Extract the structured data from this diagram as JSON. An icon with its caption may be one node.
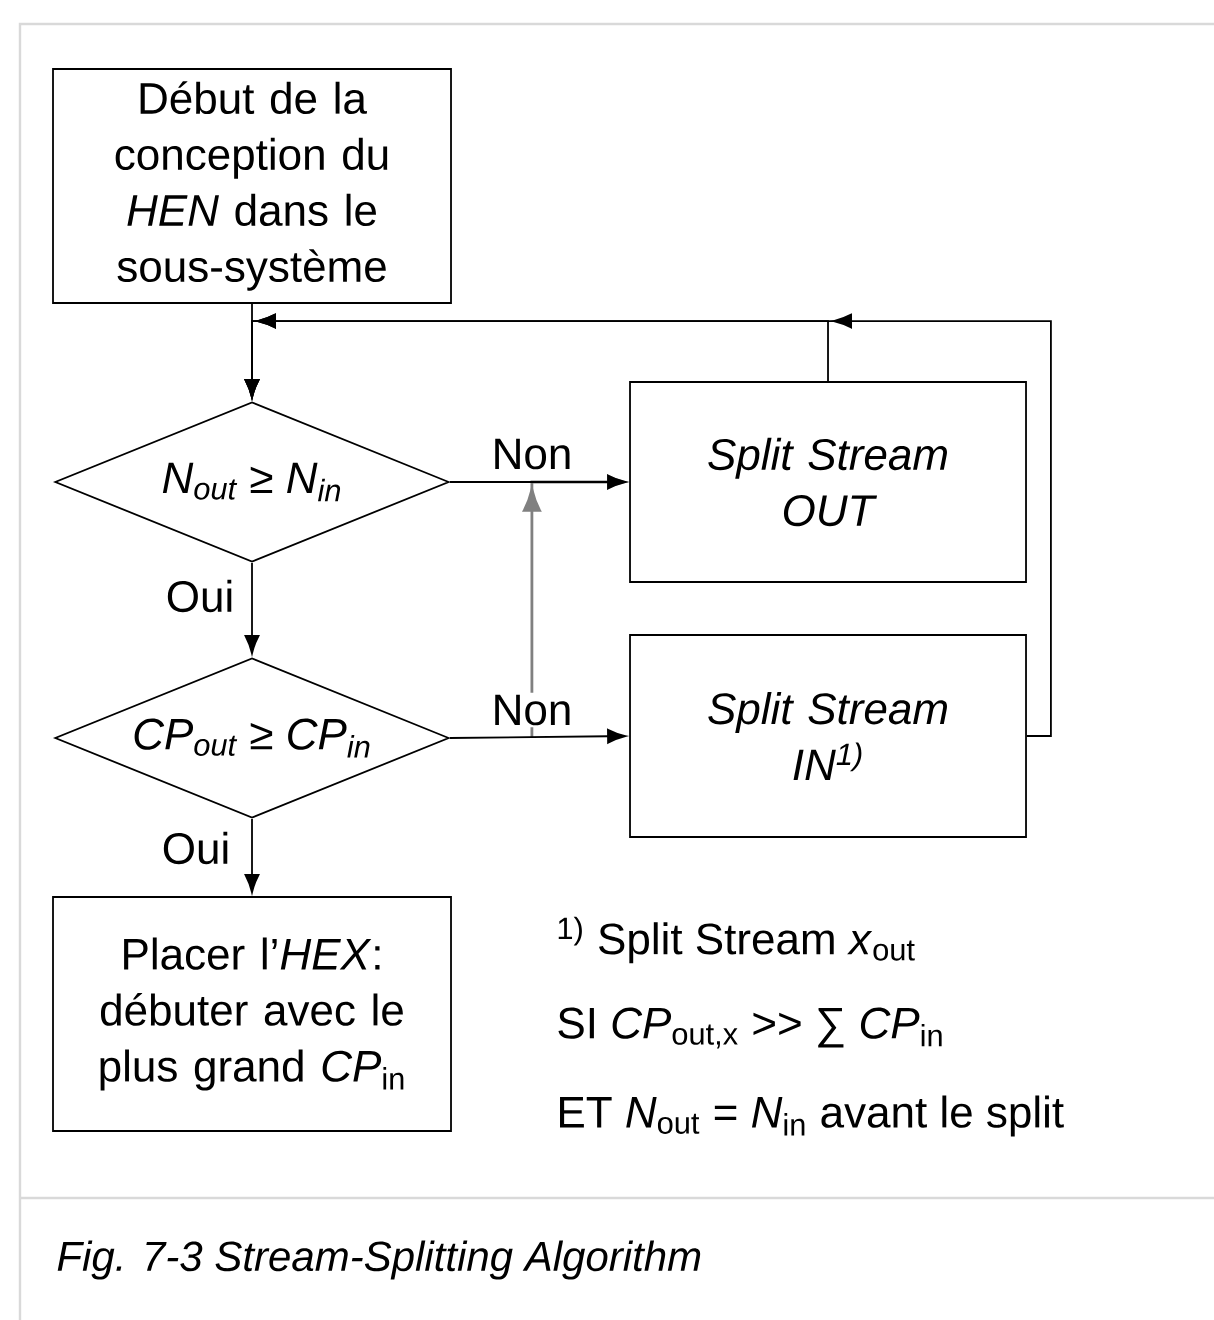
{
  "diagram": {
    "caption": "Fig. 7-3 Stream-Splitting Algorithm",
    "nodes": [
      {
        "text": [
          "Début de la conception du *HEN* dans le sous-système"
        ]
      },
      {
        "text": [
          "N$_{out}$ ≥ N$_{in}$"
        ]
      },
      {
        "text": [
          "CP$_{out}$ ≥ CP$_{in}$"
        ]
      },
      {
        "text": [
          "Split Stream OUT"
        ]
      },
      {
        "text": [
          "Split Stream IN$^{1)}$"
        ]
      },
      {
        "text": [
          "Placer l’*HEX*: débuter avec le plus grand *CP*$_{in}$"
        ]
      }
    ],
    "edges": [
      {
        "from": 0,
        "to": 1,
        "arrow": "to"
      },
      {
        "from": 1,
        "to": 3,
        "arrow": "to",
        "label": "Non"
      },
      {
        "from": 1,
        "to": 2,
        "arrow": "to",
        "label": "Oui"
      },
      {
        "from": 2,
        "to": 4,
        "arrow": "to",
        "label": "Non"
      },
      {
        "from": 2,
        "to": 3,
        "arrow": "to",
        "color": "#808080"
      },
      {
        "from": 2,
        "to": 5,
        "arrow": "to",
        "label": "Oui"
      },
      {
        "from": 3,
        "to": 1,
        "arrow": "to"
      },
      {
        "from": 4,
        "to": 1,
        "arrow": "to"
      }
    ],
    "labels": [
      "$^{1)}$ Split Stream *x*$_{out}$",
      "SI *CP*$_{out,x}$ >> ∑ *CP*$_{in}$",
      "ET *N*$_{out}$ = *N*$_{in}$ avant le split"
    ]
  }
}
